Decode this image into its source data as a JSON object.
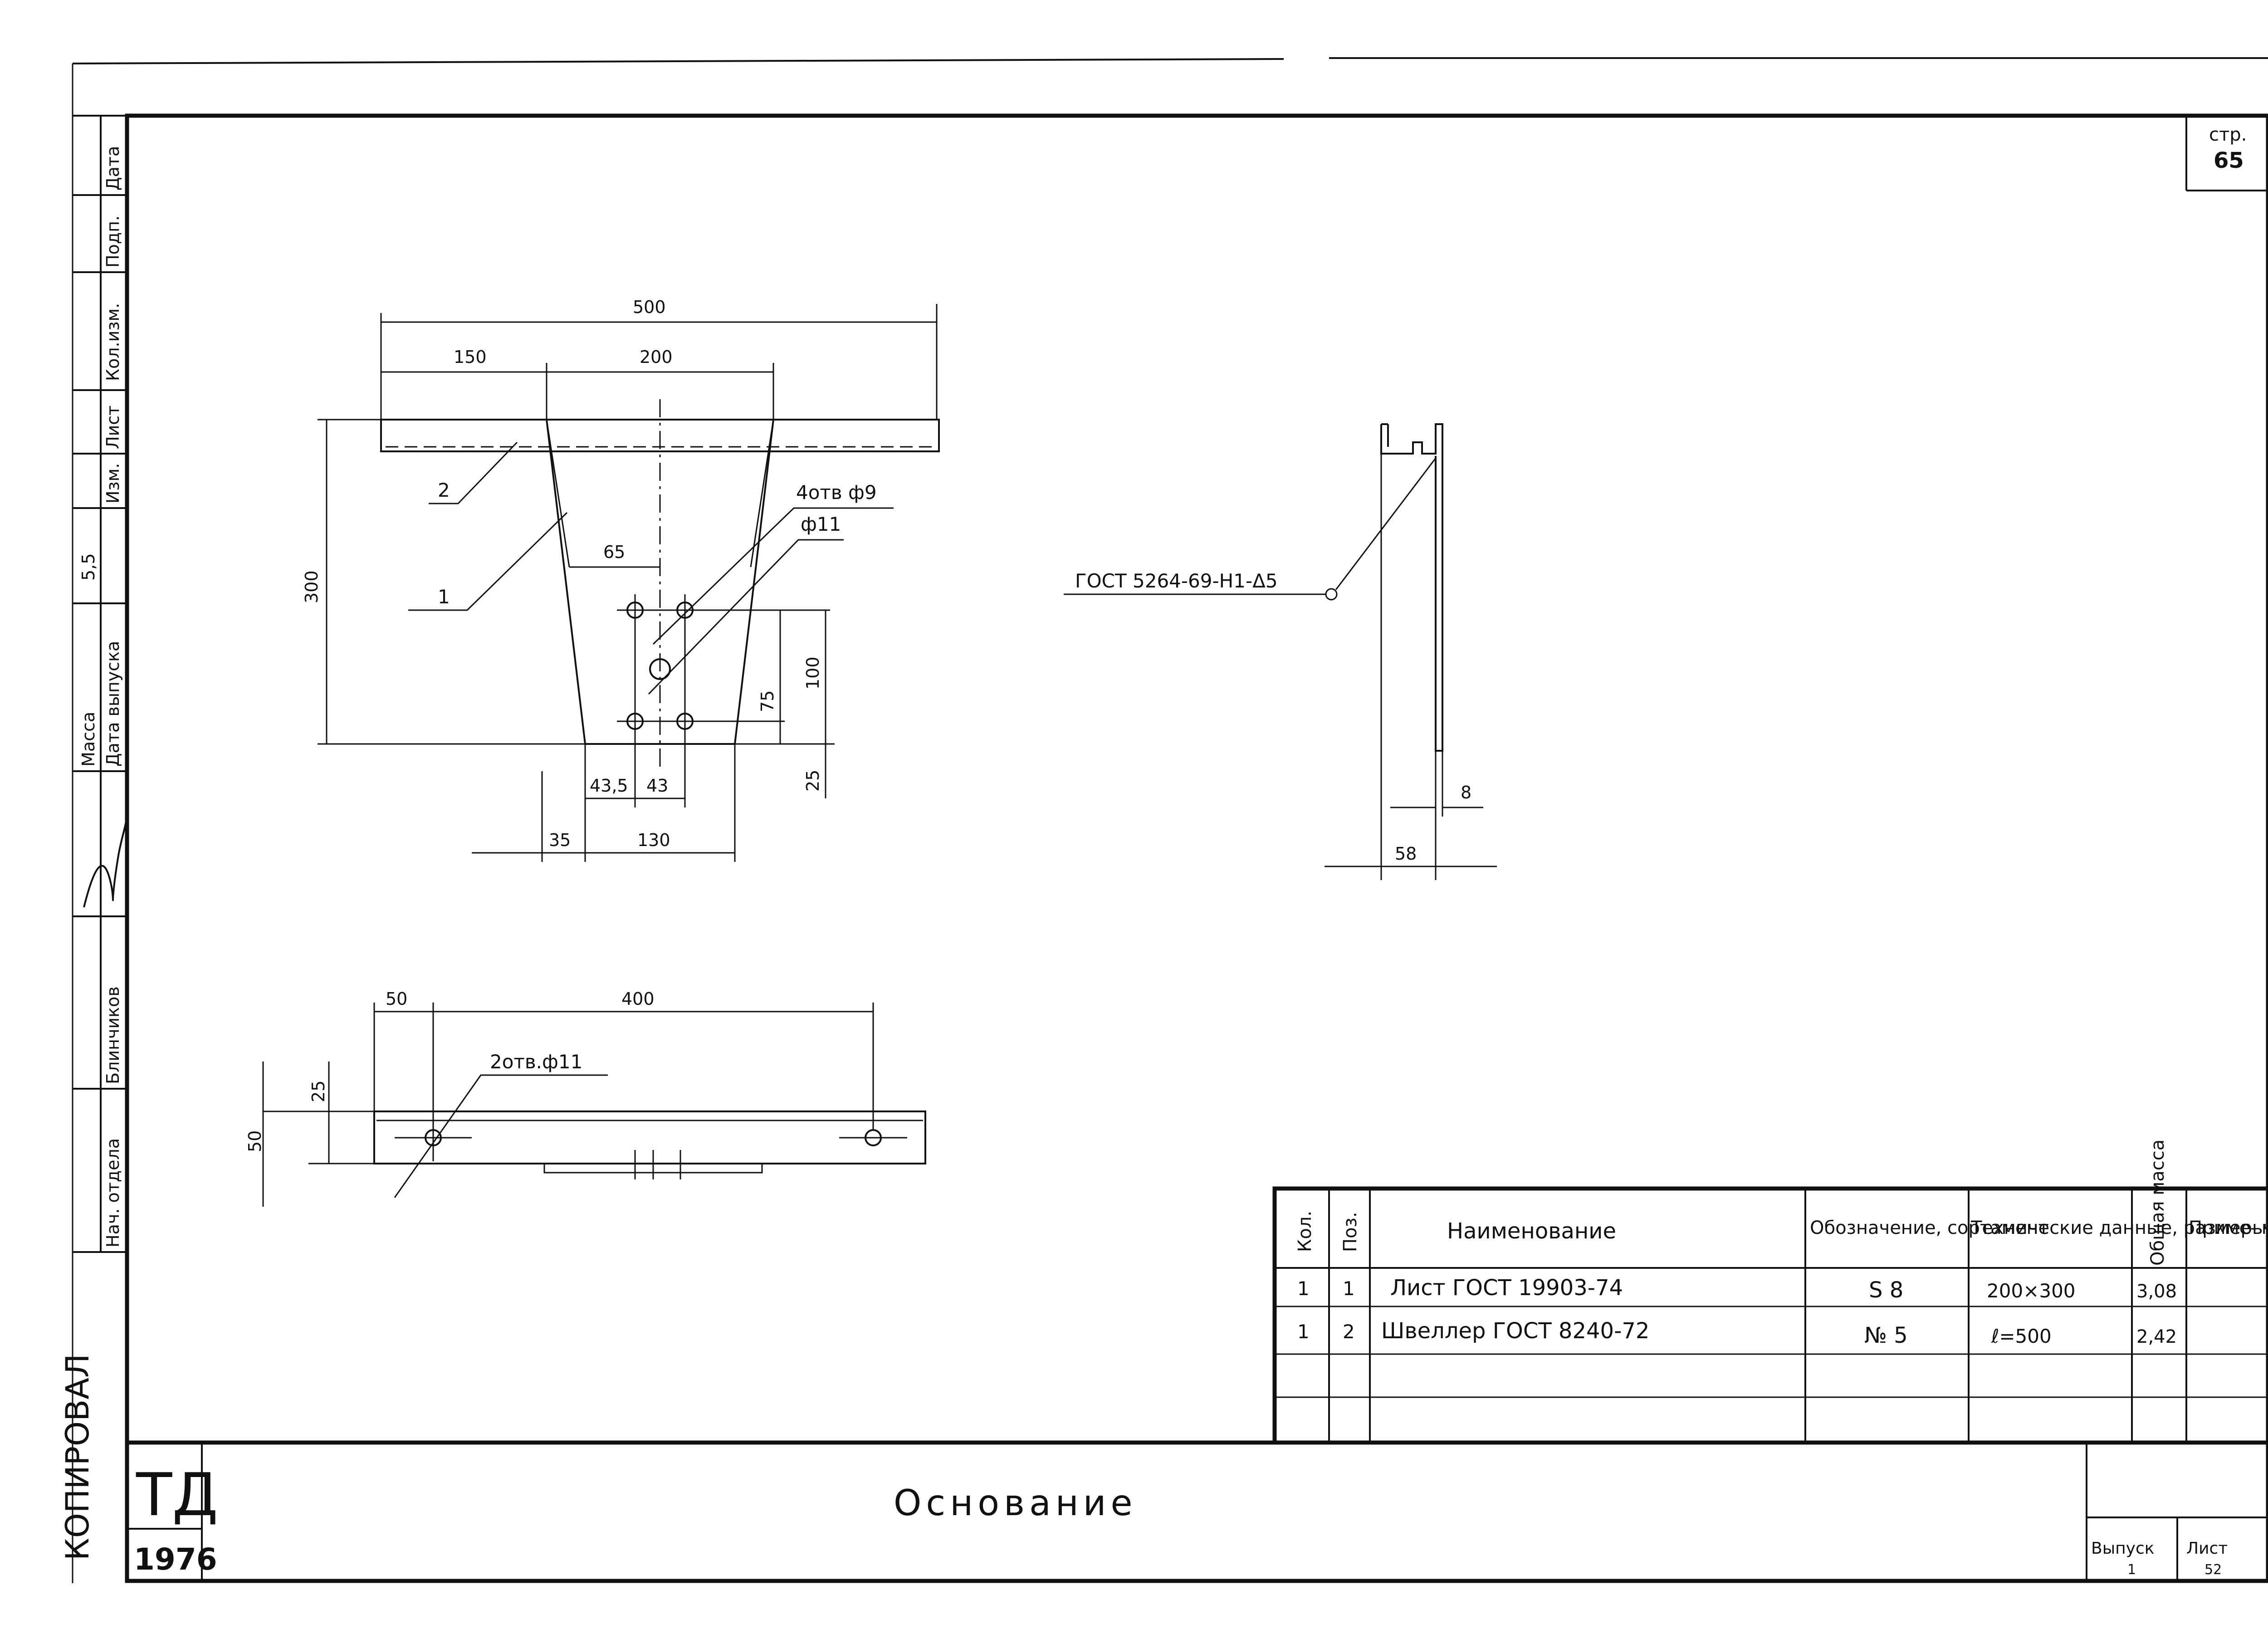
{
  "sheet": {
    "page_label": "стр.",
    "page_number": "65",
    "title": "Основание",
    "stamp_code": "ТД",
    "stamp_year": "1976",
    "release_label": "Выпуск",
    "release_value": "1",
    "sheet_label": "Лист",
    "sheet_value": "52"
  },
  "side_stamp": {
    "fields": [
      "Дата",
      "Подп.",
      "Кол.изм.",
      "Лист",
      "Изм.",
      "5,5",
      "Масса",
      "Дата выпуска",
      "Блинчиков",
      "Нач. отдела"
    ],
    "vertical_text": "КОПИРОВАЛ"
  },
  "front_view": {
    "dim_total_width": "500",
    "dim_left_offset": "150",
    "dim_top_width": "200",
    "dim_height": "300",
    "dim_hole_offset": "65",
    "dim_hole_spacing_v": "100",
    "dim_hole_row": "75",
    "dim_bottom_edge": "25",
    "dim_bottom_left": "43,5",
    "dim_bottom_hole": "43",
    "dim_bottom_offset": "35",
    "dim_bottom_width": "130",
    "callout_pos2": "2",
    "callout_pos1": "1",
    "callout_holes": "4отв ф9",
    "callout_center_hole": "ф11"
  },
  "side_view": {
    "weld_note": "ГОСТ 5264-69-Н1-Δ5",
    "dim_thickness": "8",
    "dim_width": "58"
  },
  "plan_view": {
    "dim_edge": "50",
    "dim_span": "400",
    "dim_height": "50",
    "dim_half": "25",
    "callout_holes": "2отв.ф11"
  },
  "spec_table": {
    "headers": [
      "Кол.",
      "Поз.",
      "Наименование",
      "Обозначение, сортамент",
      "Технические данные, размеры",
      "Общая масса",
      "Приме- чание"
    ],
    "rows": [
      [
        "1",
        "1",
        "Лист ГОСТ 19903-74",
        "S 8",
        "200×300",
        "3,08",
        ""
      ],
      [
        "1",
        "2",
        "Швеллер ГОСТ 8240-72",
        "№ 5",
        "ℓ=500",
        "2,42",
        ""
      ]
    ]
  },
  "colors": {
    "ink": "#111111",
    "paper": "#ffffff"
  }
}
